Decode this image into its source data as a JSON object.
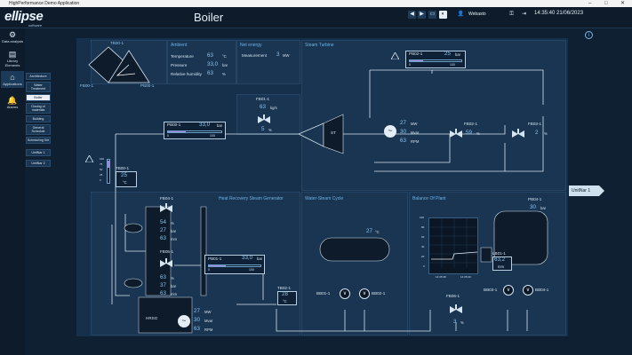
{
  "window": {
    "title": "HighPerformance Demo Application",
    "minimize": "–",
    "maximize": "□",
    "close": "✕"
  },
  "header": {
    "logo": "ellipse",
    "logo_sub": "software",
    "page_title": "Boiler",
    "user": "Webasto",
    "datetime": "14:35:40  21/06/2023",
    "nav_prev": "◀",
    "nav_next": "▶",
    "contrast_icon": "◐",
    "user_icon": "👤",
    "key_icon": "⚿",
    "logout_icon": "⇥",
    "screen_icon": "▭"
  },
  "sidebar": {
    "items": [
      {
        "label": "Data analysis",
        "icon": "⚙"
      },
      {
        "label": "Library Elements",
        "icon": "▤"
      },
      {
        "label": "Applications",
        "icon": "⌂"
      },
      {
        "label": "Alarms",
        "icon": "🔔"
      }
    ],
    "submenu": [
      "Architecture",
      "Water Treatment",
      "Boiler",
      "Dosing of materials",
      "Building",
      "General Schedule",
      "Scheduling Set",
      "UnitNar 1",
      "UnitNar 2"
    ]
  },
  "panels": {
    "ambient": {
      "title": "Ambient",
      "rows": [
        {
          "label": "Temperature",
          "value": "63",
          "unit": "°C"
        },
        {
          "label": "Pressure",
          "value": "33,0",
          "unit": "bar"
        },
        {
          "label": "Relative humidity",
          "value": "63",
          "unit": "%"
        }
      ]
    },
    "net_energy": {
      "title": "Net energy",
      "label": "Measurement",
      "value": "3",
      "unit": "MW"
    },
    "steam_turbine": {
      "title": "Steam Turbine"
    },
    "hrsg": {
      "title": "Heat Recovery Steam Generator",
      "label": "HRSG"
    },
    "water_steam": {
      "title": "Water-Steam Cycle"
    },
    "bop": {
      "title": "Balance Of Plant"
    }
  },
  "triangle": {
    "top": "TB00-1",
    "left": "FB00-1",
    "right": "PB00-1"
  },
  "instruments": {
    "pb00": {
      "tag": "PB00-1",
      "value": "33,0",
      "unit": "bar",
      "scale_min": "0",
      "scale_max": "100"
    },
    "pb02": {
      "tag": "PB02-1",
      "value": "25",
      "unit": "bar",
      "scale_min": "0",
      "scale_max": "100"
    },
    "pb01": {
      "tag": "PB01-1",
      "value": "33,0",
      "unit": "bar",
      "scale_min": "0",
      "scale_max": "100"
    },
    "fb01": {
      "tag": "FB01-1",
      "flow": "63",
      "flow_unit": "kg/s",
      "open": "5",
      "open_unit": "%"
    },
    "fb02": {
      "tag": "FB02-1",
      "value": "59",
      "unit": "%"
    },
    "fb03": {
      "tag": "FB03-1",
      "value": "2",
      "unit": "%"
    },
    "st": {
      "label": "ST",
      "power": "27",
      "power_unit": "MW",
      "var": "30",
      "var_unit": "Mvar",
      "speed": "63",
      "speed_unit": "RPM"
    },
    "tb00": {
      "tag": "TB00-1",
      "value": "25",
      "unit": "°C",
      "levels": [
        "100",
        "75",
        "50",
        "25",
        "0"
      ]
    },
    "fb04": {
      "tag": "FB04-1",
      "v1": "54",
      "u1": "%",
      "v2": "27",
      "u2": "bar",
      "v3": "63",
      "u3": "mm"
    },
    "fb05": {
      "tag": "FB05-1",
      "v1": "63",
      "u1": "%",
      "v2": "37",
      "u2": "bar",
      "v3": "63",
      "u3": "mm"
    },
    "hrsg_gen": {
      "power": "27",
      "power_unit": "MW",
      "var": "30",
      "var_unit": "Mvar",
      "speed": "63",
      "speed_unit": "RPM"
    },
    "tb02": {
      "tag": "TB02-1",
      "value": "28",
      "unit": "°C"
    },
    "drum": {
      "value": "27",
      "unit": "°C"
    },
    "bb01": {
      "tag": "BB01-1"
    },
    "bb02": {
      "tag": "BB02-1"
    },
    "pb04": {
      "tag": "PB04-1",
      "value": "30",
      "unit": "bar"
    },
    "lb01": {
      "tag": "LB01-1",
      "value": "63,2",
      "unit": "mm"
    },
    "fb06": {
      "tag": "FB06-1",
      "value": "3",
      "unit": "%"
    },
    "bb03": {
      "tag": "BB03-1"
    },
    "bb04": {
      "tag": "BB04-1"
    }
  },
  "trend": {
    "y_ticks": [
      "100",
      "80",
      "60",
      "40",
      "20",
      "0"
    ],
    "x_ticks": [
      "14:35:38",
      "14:35:40"
    ]
  },
  "unit_flag": "UnitNar 1",
  "info_icon": "i",
  "warn_icon": "!",
  "generator_icon": "~",
  "pump_icon": "∨"
}
